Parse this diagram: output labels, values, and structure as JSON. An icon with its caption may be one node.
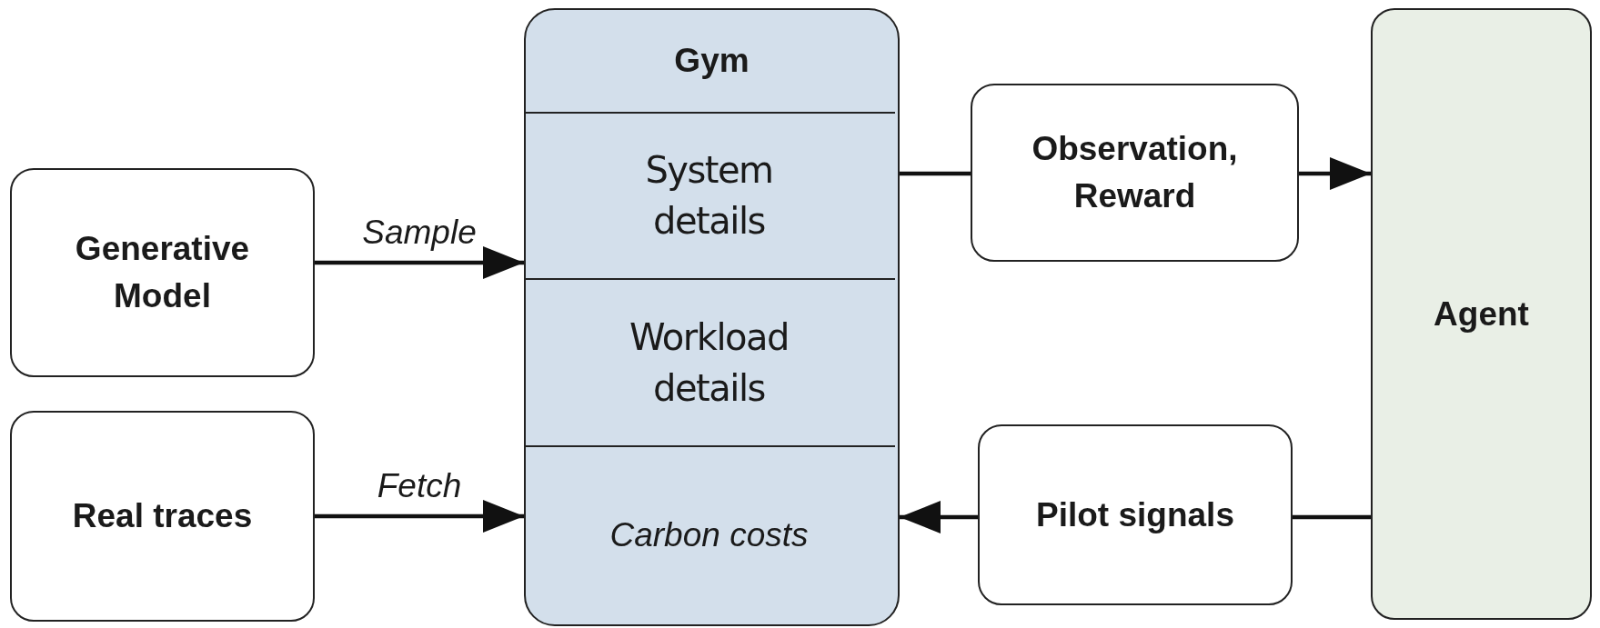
{
  "diagram": {
    "nodes": [
      {
        "text": [
          "Generative Model"
        ]
      },
      {
        "text": [
          "Real traces"
        ]
      },
      {
        "text": [
          "Gym"
        ]
      },
      {
        "text": [
          "System details"
        ],
        "in": 2
      },
      {
        "text": [
          "Workload details"
        ],
        "in": 2
      },
      {
        "text": [
          "Carbon costs"
        ],
        "in": 2
      },
      {
        "text": [
          "Observation, Reward"
        ]
      },
      {
        "text": [
          "Pilot signals"
        ]
      },
      {
        "text": [
          "Agent"
        ]
      }
    ],
    "edges": [
      {
        "from": 0,
        "to": 3,
        "arrow": "to",
        "label": "Sample"
      },
      {
        "from": 1,
        "to": 5,
        "arrow": "to",
        "label": "Fetch"
      },
      {
        "from": 3,
        "to": 6,
        "arrow": "none"
      },
      {
        "from": 6,
        "to": 8,
        "arrow": "to"
      },
      {
        "from": 8,
        "to": 7,
        "arrow": "none"
      },
      {
        "from": 7,
        "to": 5,
        "arrow": "to"
      }
    ]
  }
}
